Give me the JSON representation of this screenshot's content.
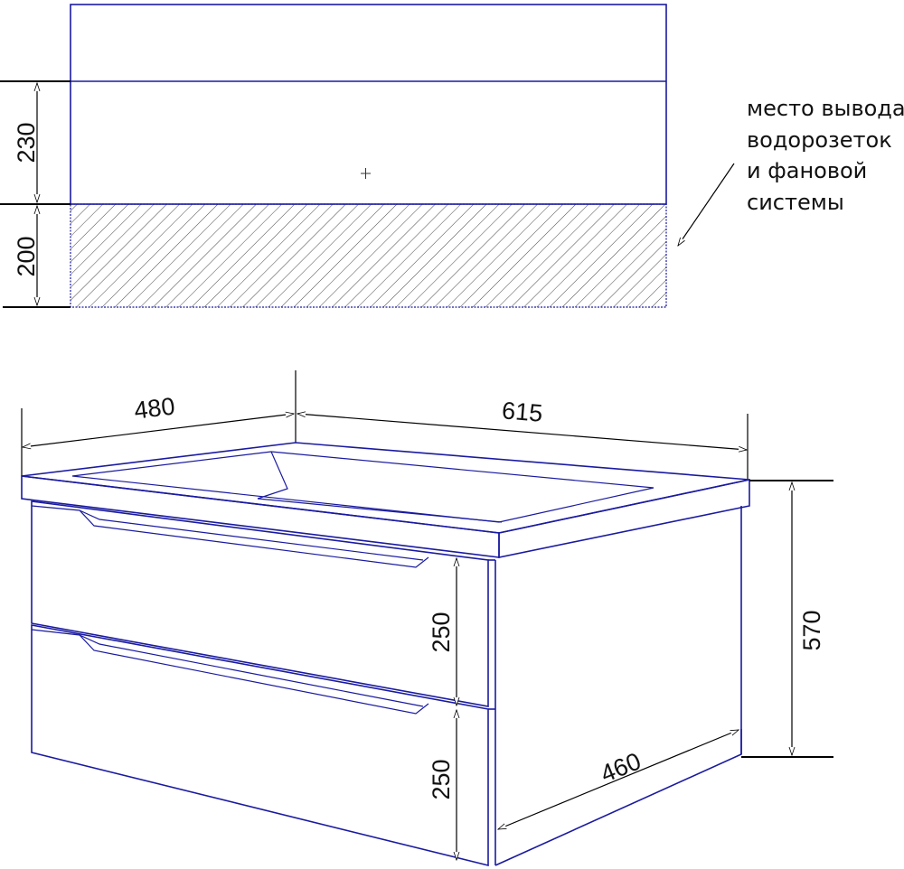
{
  "top_view": {
    "dimensions": {
      "upper_height": "230",
      "lower_height": "200"
    },
    "note_lines": [
      "место вывода",
      "водорозеток",
      "и фановой",
      "системы"
    ]
  },
  "iso_view": {
    "dimensions": {
      "depth": "480",
      "width": "615",
      "height": "570",
      "drawer_top": "250",
      "drawer_bottom": "250",
      "cabinet_depth": "460"
    }
  },
  "colors": {
    "outline": "#1a1aa0",
    "dimension": "#000000"
  }
}
